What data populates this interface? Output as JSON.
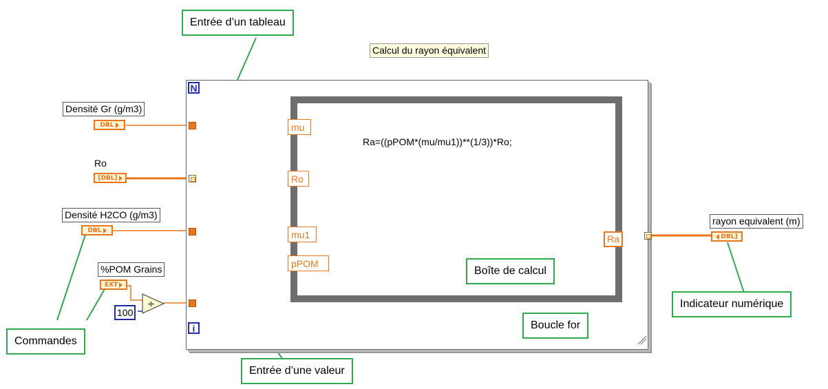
{
  "title_note": "Calcul du rayon équivalent",
  "loop": {
    "count_terminal": "N",
    "iteration_terminal": "i"
  },
  "controls": [
    {
      "label": "Densité Gr (g/m3)",
      "type": "DBL"
    },
    {
      "label": "Ro",
      "type": "[DBL]"
    },
    {
      "label": "Densité H2CO (g/m3)",
      "type": "DBL"
    },
    {
      "label": "%POM Grains",
      "type": "EXT"
    }
  ],
  "constant": "100",
  "formula": {
    "inputs": [
      "mu",
      "Ro",
      "mu1",
      "pPOM"
    ],
    "output": "Ra",
    "expression": "Ra=((pPOM*(mu/mu1))**(1/3))*Ro;"
  },
  "indicator": {
    "label": "rayon equivalent (m)",
    "type": "DBL]"
  },
  "callouts": {
    "array_input": "Entrée d’un tableau",
    "value_input": "Entrée d’une valeur",
    "formula_box": "Boîte de calcul",
    "for_loop": "Boucle for",
    "controls": "Commandes",
    "numeric_indicator": "Indicateur numérique"
  },
  "colors": {
    "wire": "#e8761a",
    "callout_border": "#2fa84f",
    "loop_terminal": "#1e2ba8"
  }
}
